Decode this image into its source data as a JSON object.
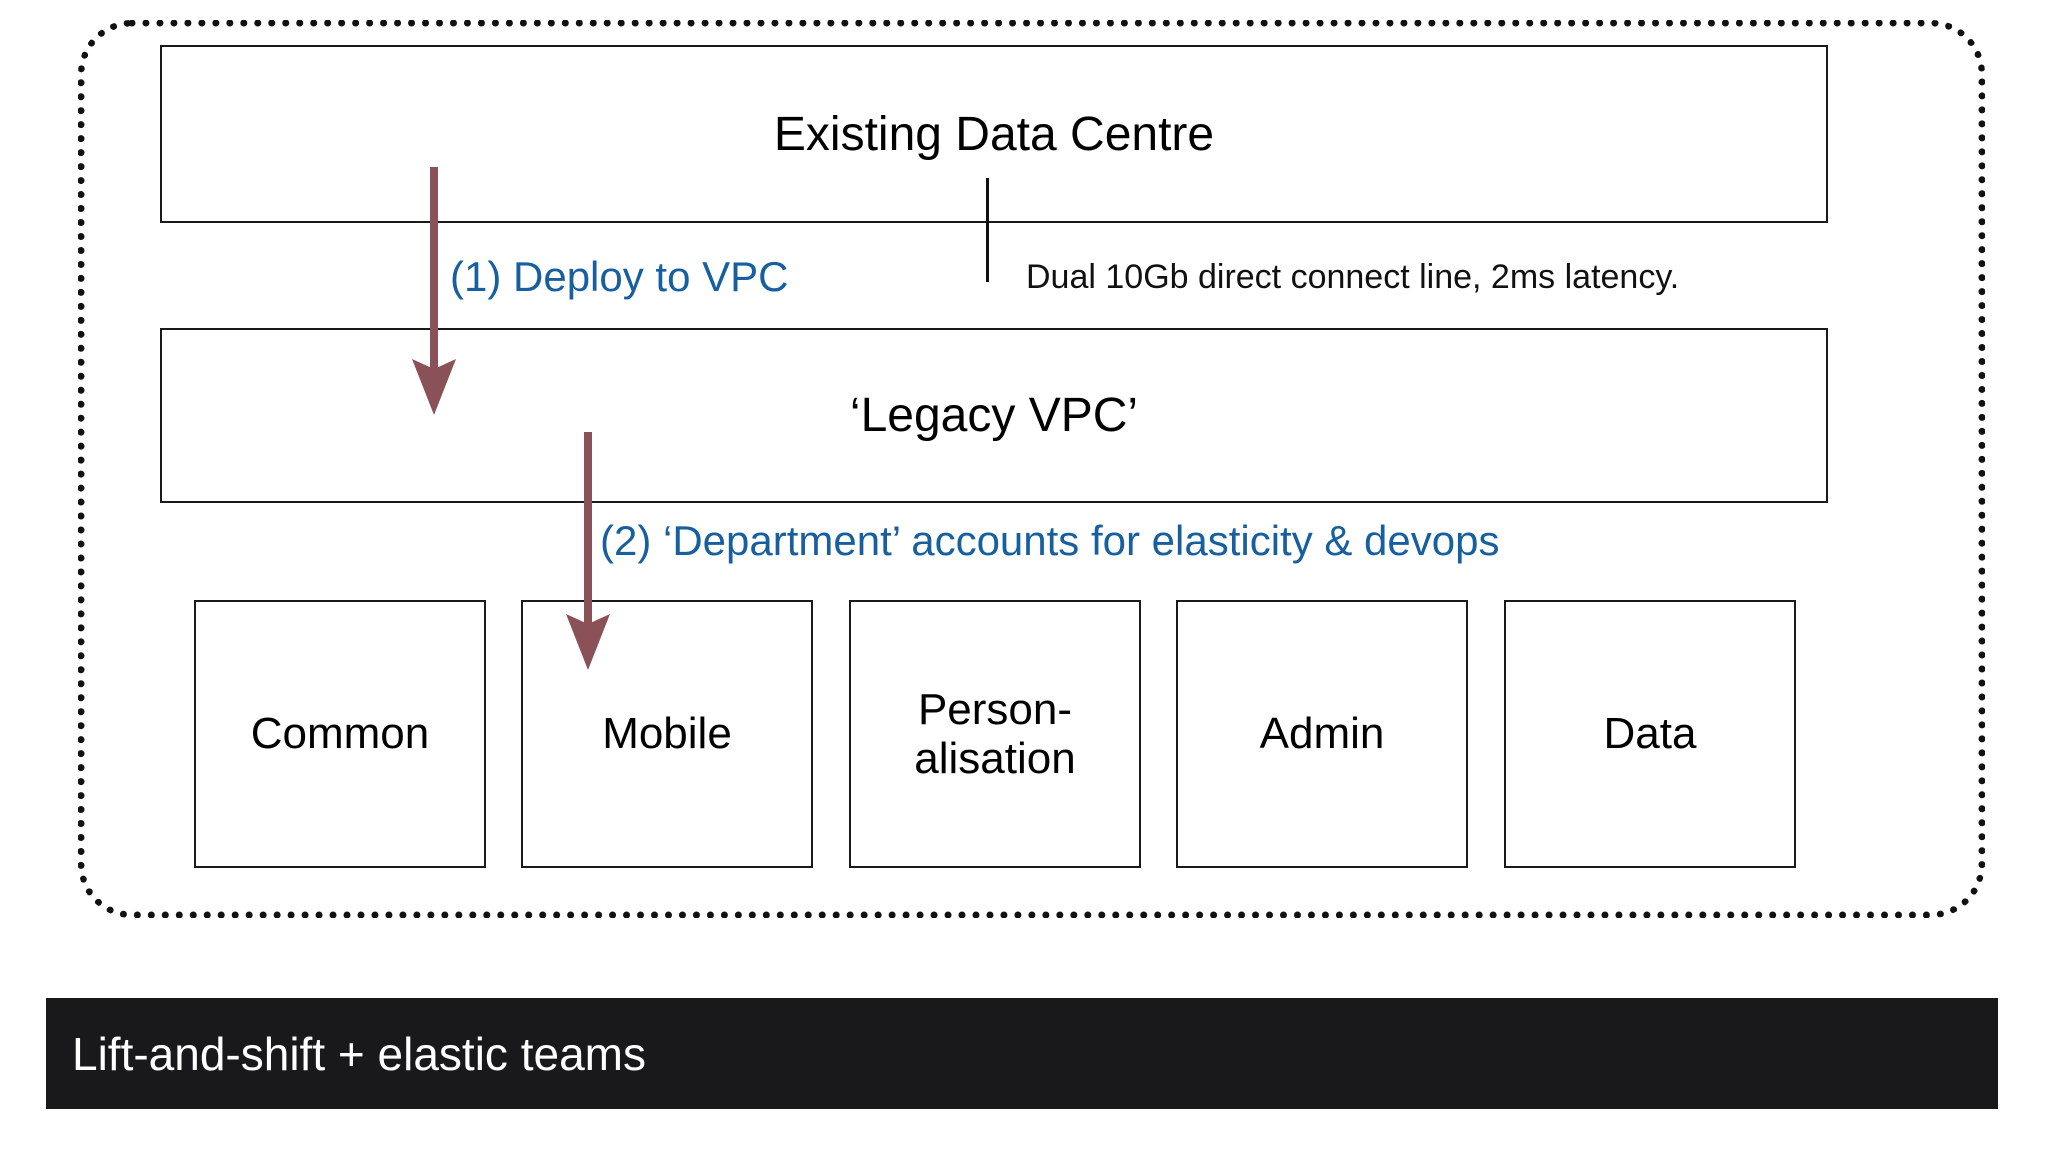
{
  "diagram": {
    "container": {
      "style_hint": "dotted-rounded-rectangle-boundary"
    },
    "top_box": {
      "label": "Existing Data Centre"
    },
    "middle_box": {
      "label": "‘Legacy VPC’"
    },
    "annotations": {
      "step_one": "(1) Deploy to VPC",
      "connection_note": "Dual 10Gb direct connect line, 2ms latency.",
      "step_two": "(2) ‘Department’ accounts for elasticity & devops"
    },
    "department_boxes": [
      {
        "label": "Common"
      },
      {
        "label": "Mobile"
      },
      {
        "label": "Person-\nalisation"
      },
      {
        "label": "Admin"
      },
      {
        "label": "Data"
      }
    ],
    "arrows": [
      {
        "name": "deploy-to-vpc-arrow",
        "from": "Existing Data Centre",
        "to": "‘Legacy VPC’"
      },
      {
        "name": "department-accounts-arrow",
        "from": "‘Legacy VPC’",
        "to": "Mobile"
      }
    ]
  },
  "banner": {
    "text": "Lift-and-shift + elastic teams"
  },
  "colors": {
    "accent_blue": "#175f9e",
    "arrow_maroon": "#8b5158",
    "banner_background": "#19181a",
    "banner_text": "#ffffff",
    "box_border": "#1a1a1a",
    "page_background": "#ffffff"
  }
}
